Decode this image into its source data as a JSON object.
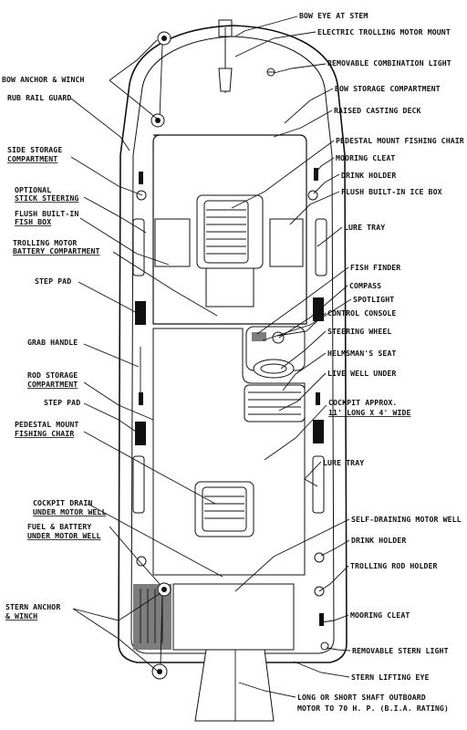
{
  "labels_right": [
    "BOW EYE AT STEM",
    "ELECTRIC TROLLING MOTOR MOUNT",
    "REMOVABLE COMBINATION LIGHT",
    "BOW STORAGE COMPARTMENT",
    "RAISED CASTING DECK",
    "PEDESTAL MOUNT FISHING CHAIR",
    "MOORING CLEAT",
    "DRINK HOLDER",
    "FLUSH BUILT-IN ICE BOX",
    "LURE TRAY",
    "FISH FINDER",
    "COMPASS",
    "SPOTLIGHT",
    "CONTROL CONSOLE",
    "STEERING WHEEL",
    "HELMSMAN'S SEAT",
    "LIVE WELL UNDER",
    "COCKPIT APPROX.",
    "11' LONG X 4' WIDE",
    "LURE TRAY",
    "SELF-DRAINING MOTOR WELL",
    "DRINK HOLDER",
    "TROLLING ROD HOLDER",
    "MOORING CLEAT",
    "REMOVABLE STERN LIGHT",
    "STERN LIFTING EYE",
    "LONG OR SHORT SHAFT OUTBOARD",
    "MOTOR TO 70 H. P. (B.I.A. RATING)"
  ],
  "labels_left": [
    "BOW ANCHOR & WINCH",
    "RUB RAIL GUARD",
    "SIDE STORAGE",
    "COMPARTMENT",
    "OPTIONAL",
    "STICK STEERING",
    "FLUSH BUILT-IN",
    "FISH BOX",
    "TROLLING MOTOR",
    "BATTERY COMPARTMENT",
    "STEP PAD",
    "GRAB HANDLE",
    "ROD STORAGE",
    "COMPARTMENT",
    "STEP PAD",
    "PEDESTAL MOUNT",
    "FISHING CHAIR",
    "COCKPIT DRAIN",
    "UNDER MOTOR WELL",
    "FUEL & BATTERY",
    "UNDER MOTOR WELL",
    "STERN ANCHOR",
    "& WINCH"
  ]
}
